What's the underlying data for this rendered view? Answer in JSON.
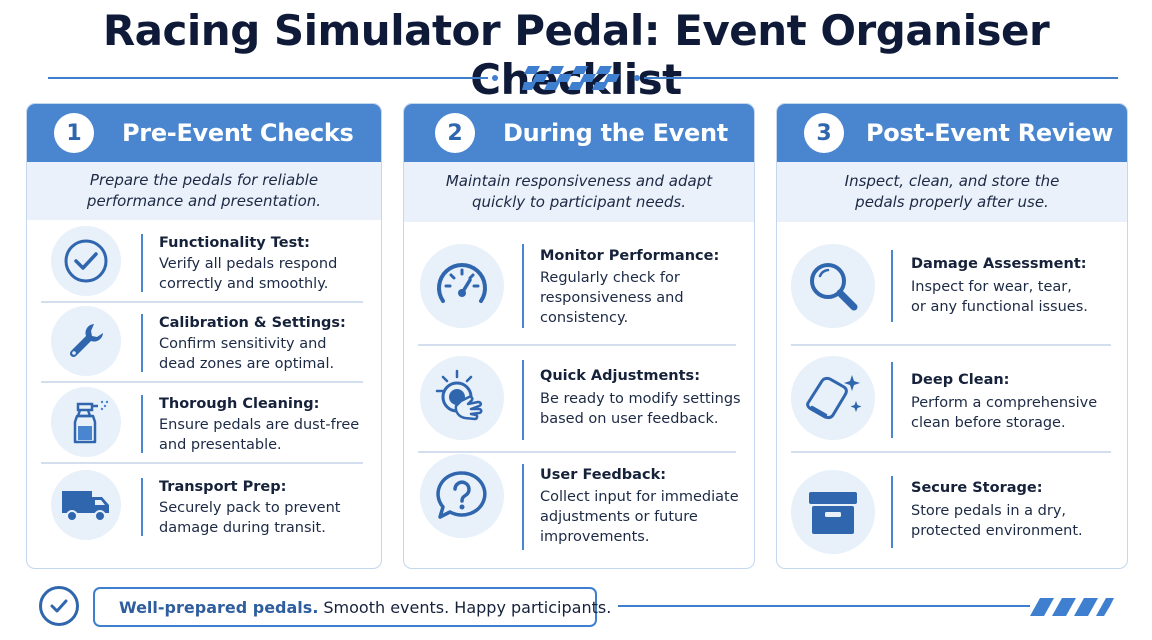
{
  "header": {
    "title": "Racing Simulator Pedal: Event Organiser Checklist"
  },
  "colors": {
    "primary": "#4a86d0",
    "dark": "#0e1a38",
    "accent": "#2f66ad",
    "icon_bg": "#e8f0fa"
  },
  "columns": [
    {
      "number": "1",
      "title": "Pre-Event Checks",
      "subtitle_lines": [
        "Prepare the pedals for reliable",
        "performance and presentation."
      ],
      "items": [
        {
          "icon": "checkmark-icon",
          "title": "Functionality Test:",
          "lines": [
            "Verify all pedals respond",
            "correctly and smoothly."
          ]
        },
        {
          "icon": "wrench-icon",
          "title": "Calibration & Settings:",
          "lines": [
            "Confirm sensitivity and",
            "dead zones are optimal."
          ]
        },
        {
          "icon": "spray-bottle-icon",
          "title": "Thorough Cleaning:",
          "lines": [
            "Ensure pedals are dust-free",
            "and presentable."
          ]
        },
        {
          "icon": "truck-icon",
          "title": "Transport Prep:",
          "lines": [
            "Securely pack to prevent",
            "damage during transit."
          ]
        }
      ]
    },
    {
      "number": "2",
      "title": "During the Event",
      "subtitle_lines": [
        "Maintain responsiveness and adapt",
        "quickly to participant needs."
      ],
      "items": [
        {
          "icon": "gauge-icon",
          "title": "Monitor Performance:",
          "lines": [
            "Regularly check for",
            "responsiveness and",
            "consistency."
          ]
        },
        {
          "icon": "hand-dial-icon",
          "title": "Quick Adjustments:",
          "lines": [
            "Be ready to modify settings",
            "based on user feedback."
          ]
        },
        {
          "icon": "question-bubble-icon",
          "title": "User Feedback:",
          "lines": [
            "Collect input for immediate",
            "adjustments or future",
            "improvements."
          ]
        }
      ]
    },
    {
      "number": "3",
      "title": "Post-Event Review",
      "subtitle_lines": [
        "Inspect, clean, and store the",
        "pedals properly after use."
      ],
      "items": [
        {
          "icon": "magnifier-icon",
          "title": "Damage Assessment:",
          "lines": [
            "Inspect for wear, tear,",
            "or any functional issues."
          ]
        },
        {
          "icon": "cloth-sparkle-icon",
          "title": "Deep Clean:",
          "lines": [
            "Perform a comprehensive",
            "clean before storage."
          ]
        },
        {
          "icon": "storage-box-icon",
          "title": "Secure Storage:",
          "lines": [
            "Store pedals in a dry,",
            "protected environment."
          ]
        }
      ]
    }
  ],
  "footer": {
    "icon": "checkmark-circle-icon",
    "strong": "Well-prepared pedals.",
    "rest": "Smooth events. Happy participants."
  }
}
